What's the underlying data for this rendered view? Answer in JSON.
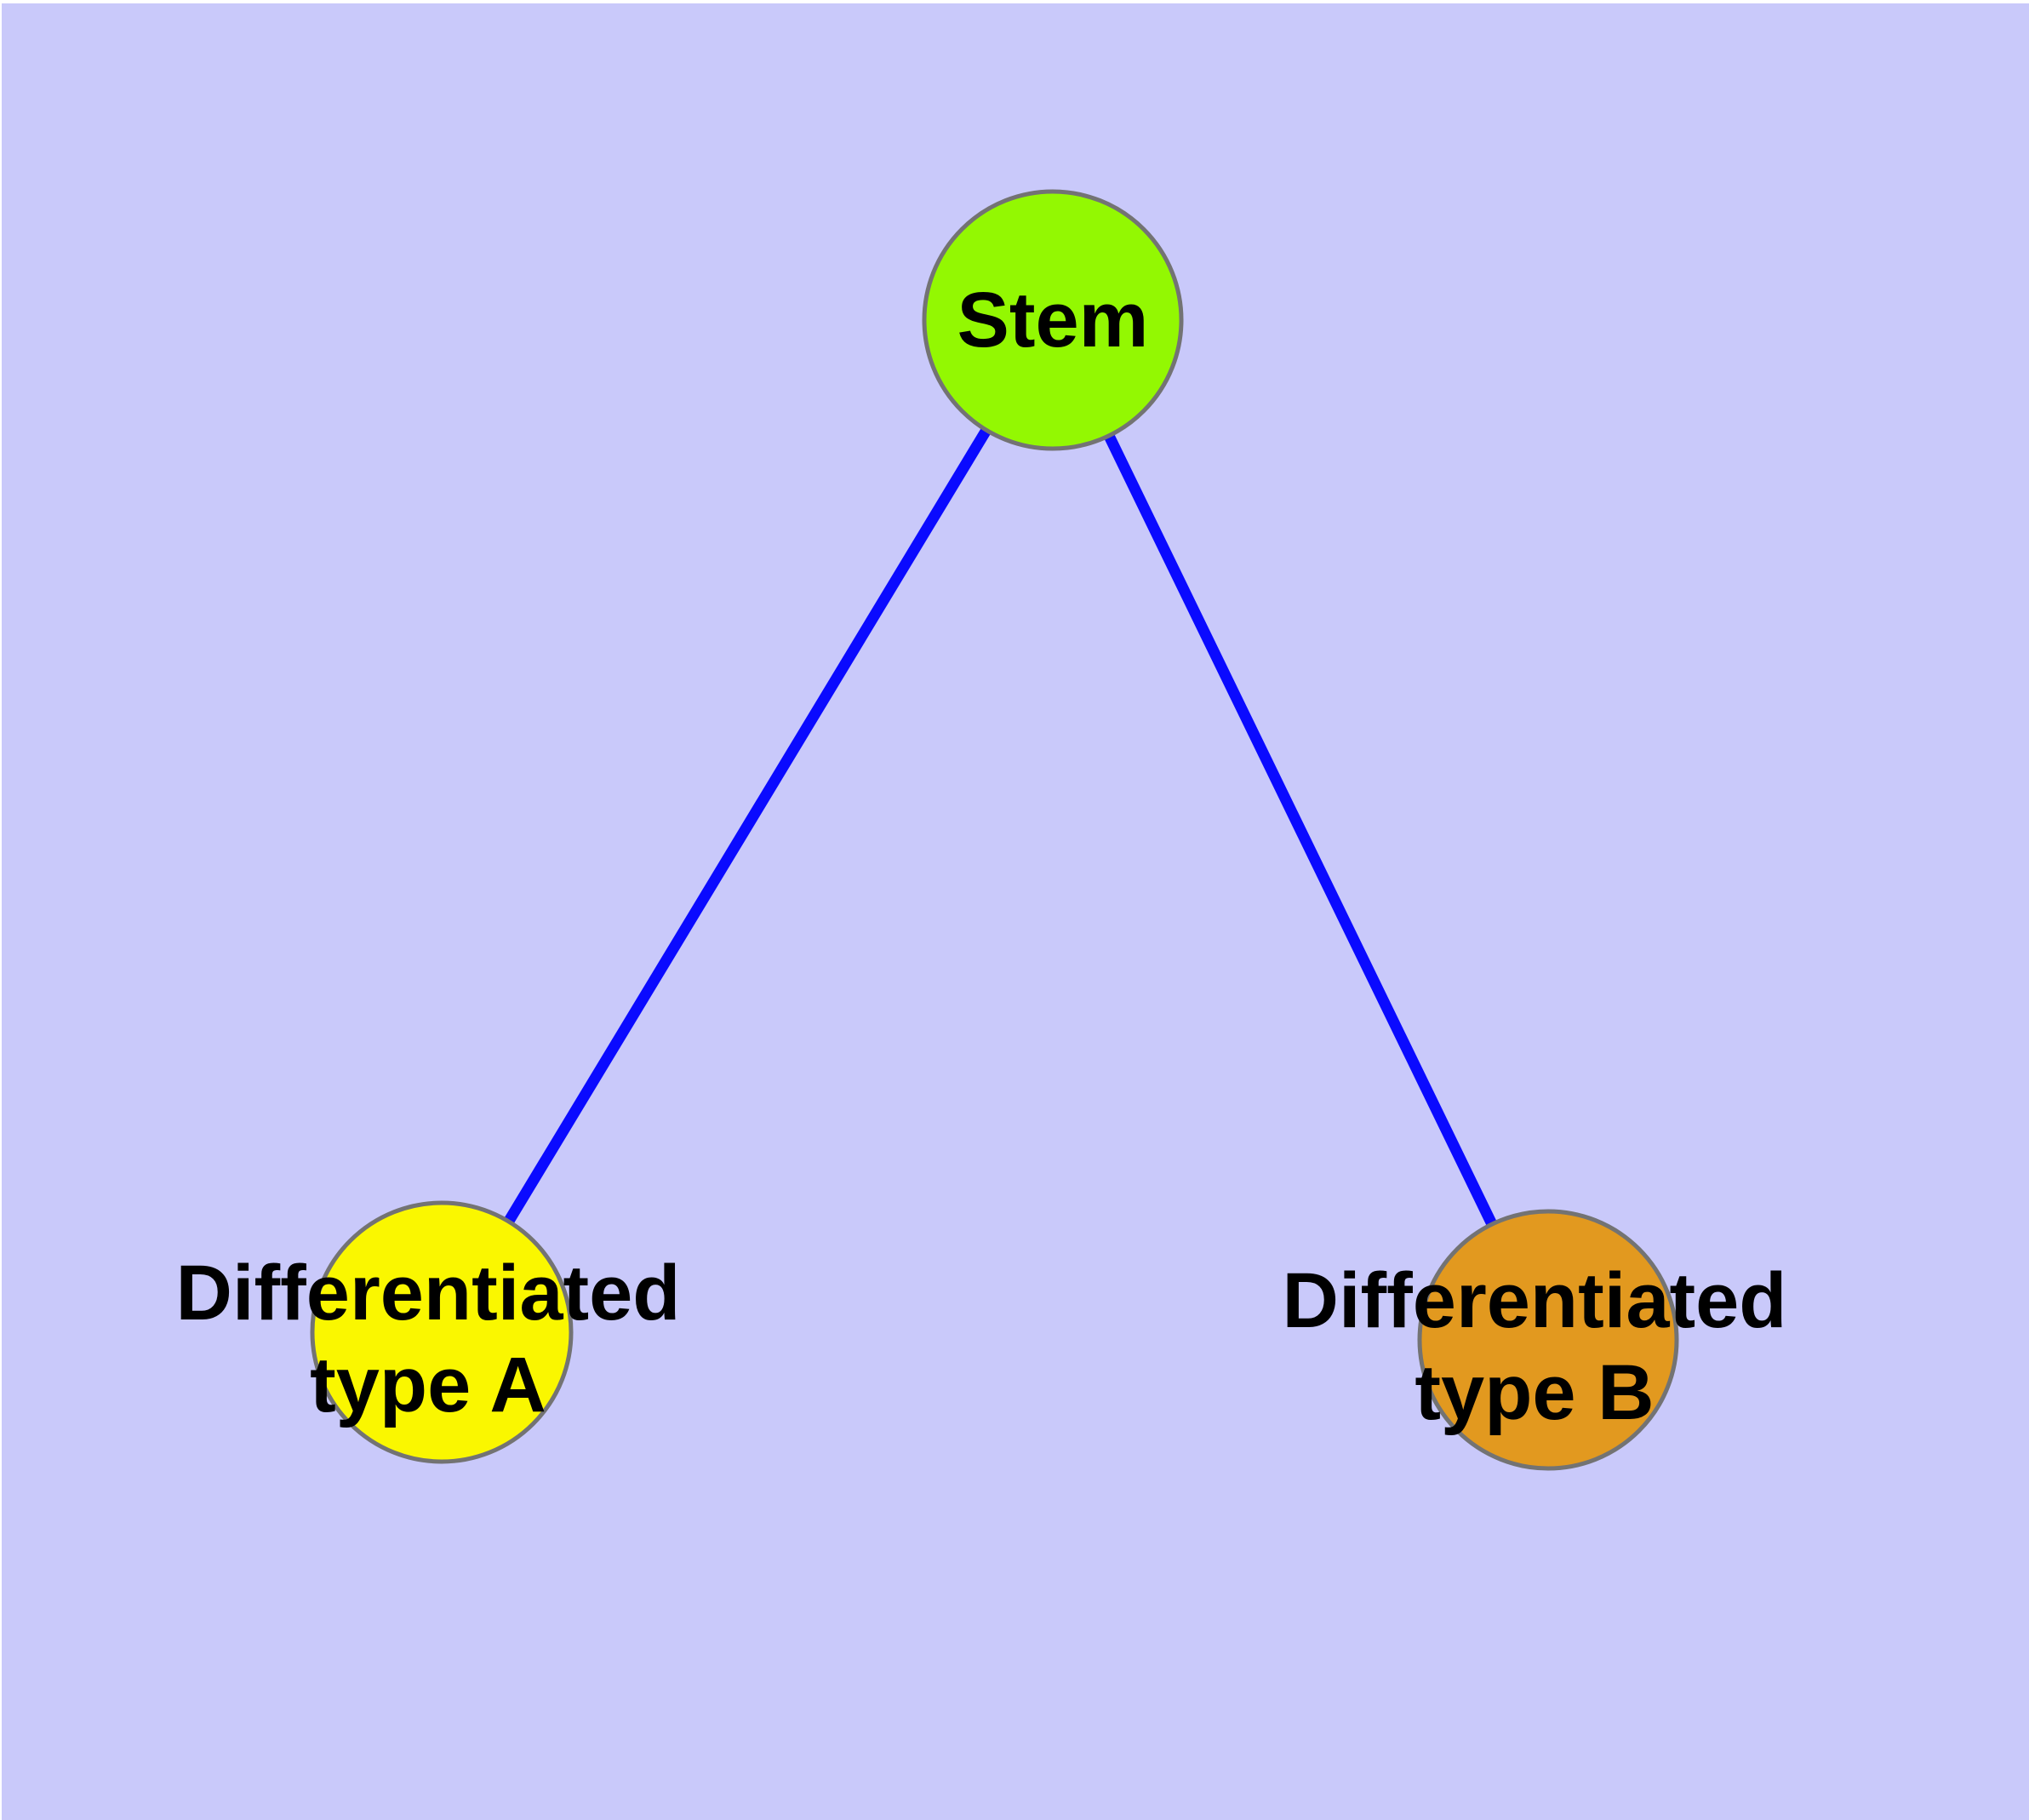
{
  "diagram": {
    "type": "graph",
    "description": "Stem cell differentiation graph with one root node and two differentiated child nodes connected by edges",
    "background_color": "#C9C9FA",
    "frame_color": "#FFFFFF",
    "edge_color": "#0A0AFF",
    "node_border_color": "#737373",
    "label_color": "#000000",
    "nodes": [
      {
        "id": "stem",
        "label": "Stem",
        "fill": "#93F802"
      },
      {
        "id": "differentiated-type-a",
        "label": "Differentiated\ntype A",
        "fill": "#FAF700"
      },
      {
        "id": "differentiated-type-b",
        "label": "Differentiated\ntype B",
        "fill": "#E2991F"
      }
    ],
    "edges": [
      {
        "from": "stem",
        "to": "differentiated-type-a"
      },
      {
        "from": "stem",
        "to": "differentiated-type-b"
      }
    ]
  }
}
